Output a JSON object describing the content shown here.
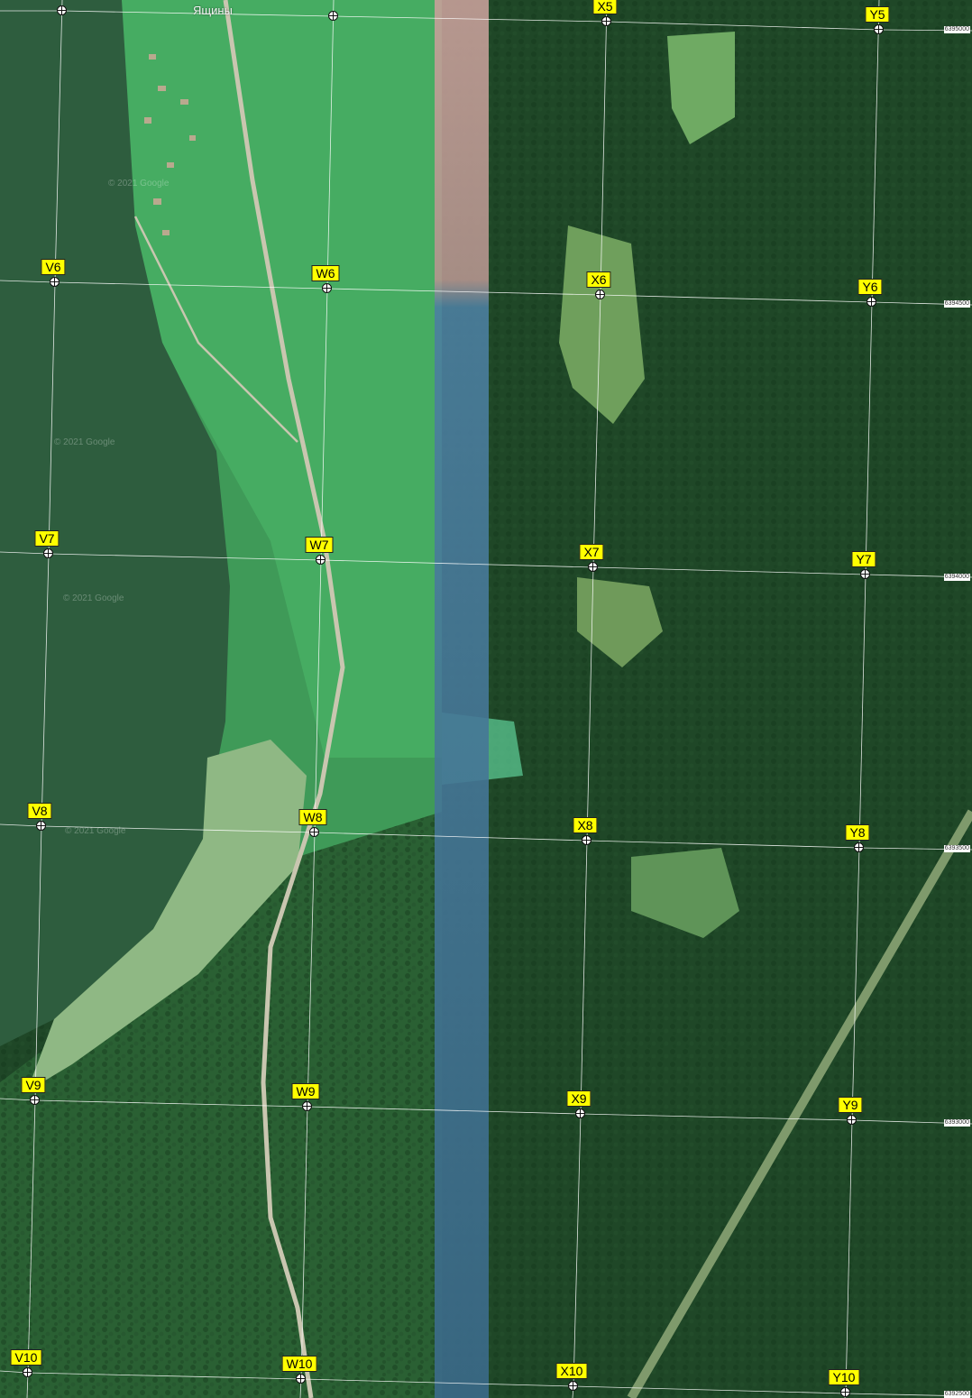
{
  "place_name": "Ящины",
  "watermarks": [
    "© 2021 Google",
    "© 2021 Google",
    "© 2021 Google",
    "© 2021 Google"
  ],
  "northings": [
    "6395000",
    "6394500",
    "6394000",
    "6393500",
    "6393000",
    "6392500"
  ],
  "rows": [
    {
      "row": "5",
      "markers": [
        "",
        "",
        "X5",
        "Y5"
      ]
    },
    {
      "row": "6",
      "markers": [
        "V6",
        "W6",
        "X6",
        "Y6"
      ]
    },
    {
      "row": "7",
      "markers": [
        "V7",
        "W7",
        "X7",
        "Y7"
      ]
    },
    {
      "row": "8",
      "markers": [
        "V8",
        "W8",
        "X8",
        "Y8"
      ]
    },
    {
      "row": "9",
      "markers": [
        "V9",
        "W9",
        "X9",
        "Y9"
      ]
    },
    {
      "row": "10",
      "markers": [
        "V10",
        "W10",
        "X10",
        "Y10"
      ]
    }
  ],
  "colors": {
    "lake": "#2e5d3e",
    "meadow": "#3fa05a",
    "forest": "#1e4526",
    "dark_forest": "#173b20",
    "strip": "#4f7f9f",
    "label_bg": "#ffff00",
    "grid": "#ffffff"
  }
}
